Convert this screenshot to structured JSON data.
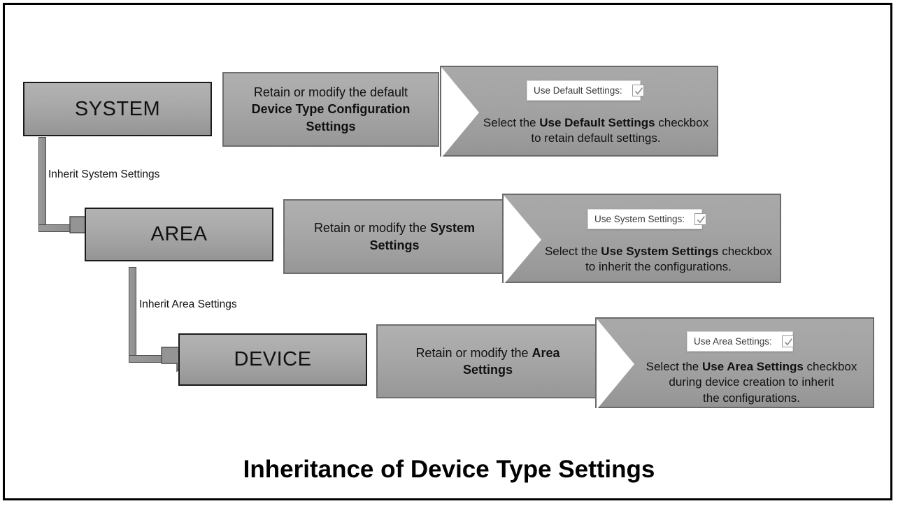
{
  "title": "Inheritance of Device Type Settings",
  "frame": {
    "border_color": "#000000"
  },
  "colors": {
    "box_fill_light": "#b2b2b2",
    "box_fill_dark": "#949494",
    "callout_fill": "#a3a3a3",
    "border_dark": "#1a1a1a",
    "border_gray": "#6f6f6f",
    "text": "#111111",
    "checkbox_widget_bg": "#ffffff"
  },
  "levels": [
    {
      "id": "system",
      "label": "SYSTEM"
    },
    {
      "id": "area",
      "label": "AREA"
    },
    {
      "id": "device",
      "label": "DEVICE"
    }
  ],
  "connectors": [
    {
      "id": "system-to-area",
      "label": "Inherit System Settings"
    },
    {
      "id": "area-to-device",
      "label": "Inherit Area Settings"
    }
  ],
  "rows": [
    {
      "id": "system-row",
      "instruction": {
        "line1": "Retain or modify the default",
        "line2_bold": "Device Type Configuration",
        "line3_bold": "Settings"
      },
      "callout": {
        "checkbox": {
          "label": "Use Default Settings:",
          "checked": true,
          "icon": "checkmark-icon"
        },
        "text_pre": "Select the ",
        "text_bold": "Use Default Settings",
        "text_post": " checkbox",
        "text_line2": "to retain default settings."
      }
    },
    {
      "id": "area-row",
      "instruction": {
        "line1": "Retain or modify the ",
        "line1_bold": "System",
        "line2_bold": "Settings"
      },
      "callout": {
        "checkbox": {
          "label": "Use System Settings:",
          "checked": true,
          "icon": "checkmark-icon"
        },
        "text_pre": "Select the ",
        "text_bold": "Use System Settings",
        "text_post": " checkbox",
        "text_line2": "to inherit the configurations."
      }
    },
    {
      "id": "device-row",
      "instruction": {
        "line1": "Retain or modify the ",
        "line1_bold": "Area",
        "line2_bold": "Settings"
      },
      "callout": {
        "checkbox": {
          "label": "Use Area Settings:",
          "checked": true,
          "icon": "checkmark-icon"
        },
        "text_pre": "Select the ",
        "text_bold": "Use Area Settings",
        "text_post": " checkbox",
        "text_line2": "during device creation to inherit",
        "text_line3": "the configurations."
      }
    }
  ]
}
